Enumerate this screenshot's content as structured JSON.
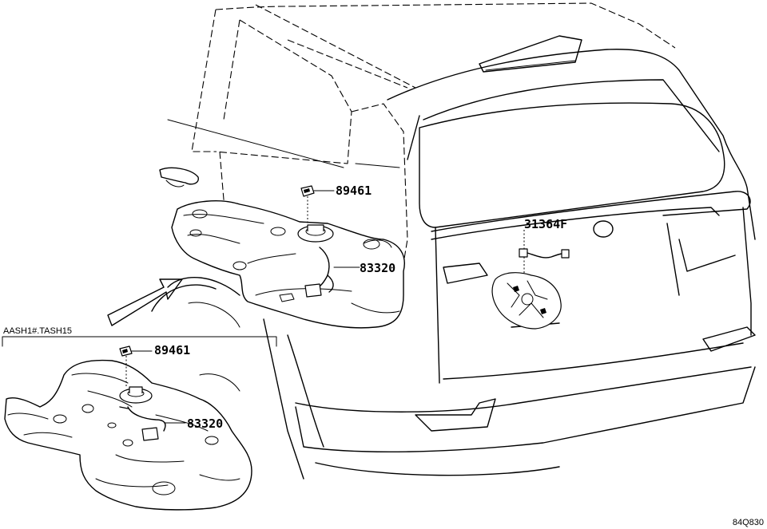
{
  "diagram": {
    "variant_label": "AASH1#.TASH15",
    "drawing_code": "84Q830",
    "callouts": {
      "main_sender_gauge": "89461",
      "main_fuel_sender": "83320",
      "rear_connector": "31364F",
      "inset_sender_gauge": "89461",
      "inset_fuel_sender": "83320"
    }
  }
}
